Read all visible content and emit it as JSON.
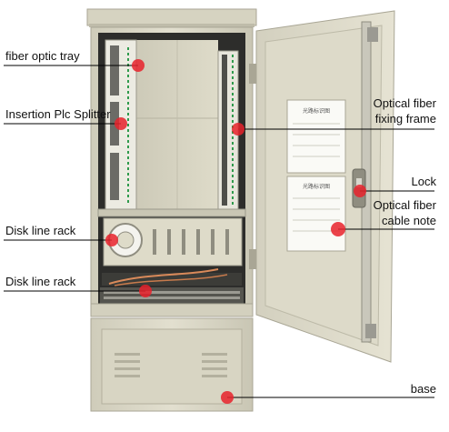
{
  "colors": {
    "cabinet": "#dcd9c8",
    "cabinet_shadow": "#b9b6a4",
    "interior": "#2b2b2b",
    "door_panel": "#e1decd",
    "leader_line": "#000000",
    "marker": "#e8222b"
  },
  "labels": {
    "fiber_optic_tray": "fiber optic tray",
    "insertion_plc_splitter": "Insertion Plc Splitter",
    "disk_line_rack_upper": "Disk line rack",
    "disk_line_rack_lower": "Disk line rack",
    "optical_fiber_fixing_frame_line1": "Optical fiber",
    "optical_fiber_fixing_frame_line2": "fixing frame",
    "lock": "Lock",
    "optical_fiber_cable_note_line1": "Optical fiber",
    "optical_fiber_cable_note_line2": "cable note",
    "base": "base"
  },
  "door_cards": {
    "upper_title": "光路标识图",
    "lower_title": "光路标识图"
  }
}
